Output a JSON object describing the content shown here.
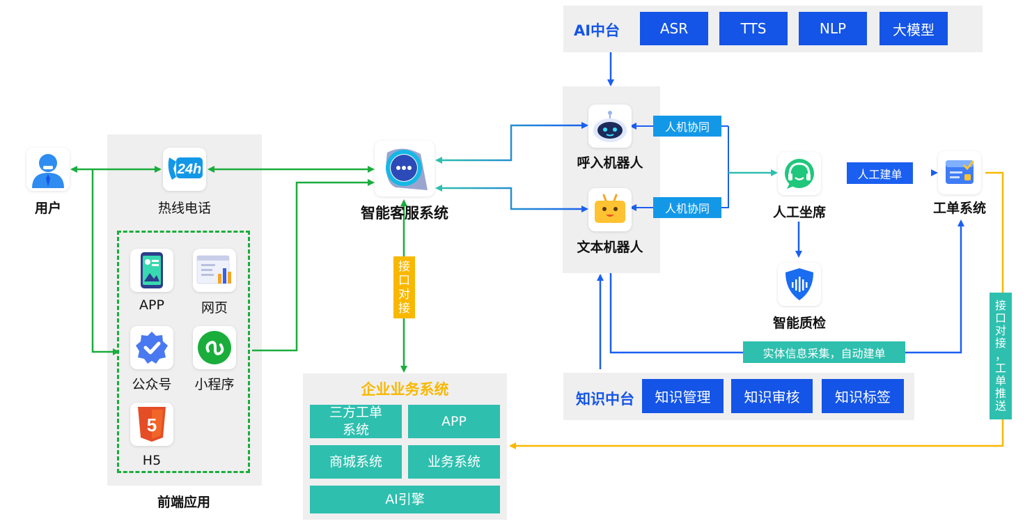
{
  "user": {
    "label": "用户"
  },
  "frontend": {
    "title": "前端应用",
    "hotline": "热线电话",
    "hotline_badge": "24h",
    "app": "APP",
    "web": "网页",
    "official_account": "公众号",
    "mini_program": "小程序",
    "h5": "H5",
    "h5_badge": "5"
  },
  "smart_service": {
    "label": "智能客服系统"
  },
  "interface_tag": {
    "chars": [
      "接",
      "口",
      "对",
      "接"
    ]
  },
  "enterprise": {
    "title": "企业业务系统",
    "items": [
      "三方工单\n系统",
      "APP",
      "商城系统",
      "业务系统",
      "AI引擎"
    ]
  },
  "ai_platform": {
    "title": "AI中台",
    "items": [
      "ASR",
      "TTS",
      "NLP",
      "大模型"
    ]
  },
  "robots": {
    "inbound": "呼入机器人",
    "text": "文本机器人",
    "collab_1": "人机协同",
    "collab_2": "人机协同"
  },
  "agent": {
    "label": "人工坐席",
    "create_ticket": "人工建单"
  },
  "quality": {
    "label": "智能质检"
  },
  "ticket": {
    "label": "工单系统"
  },
  "auto_ticket": {
    "label": "实体信息采集，自动建单"
  },
  "push_tag": {
    "chars": [
      "接",
      "口",
      "对",
      "接",
      "，",
      "工",
      "单",
      "推",
      "送"
    ]
  },
  "knowledge": {
    "title": "知识中台",
    "items": [
      "知识管理",
      "知识审核",
      "知识标签"
    ]
  },
  "colors": {
    "green": "#1aad3c",
    "blue": "#1a5ff0",
    "teal": "#2ebfae",
    "orange": "#f9b800",
    "dark_blue": "#1454e6"
  }
}
